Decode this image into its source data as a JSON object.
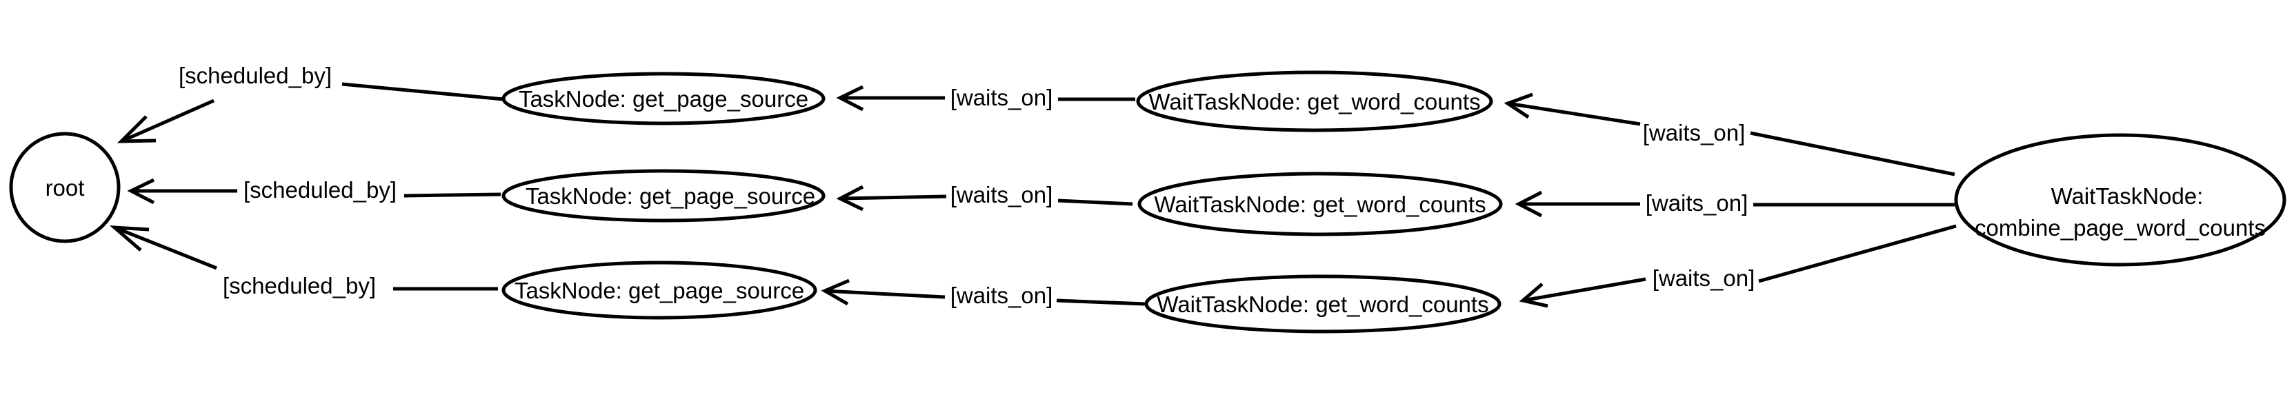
{
  "nodes": {
    "root": {
      "label": "root"
    },
    "task_1": {
      "label": "TaskNode: get_page_source"
    },
    "task_2": {
      "label": "TaskNode: get_page_source"
    },
    "task_3": {
      "label": "TaskNode: get_page_source"
    },
    "wait_1": {
      "label": "WaitTaskNode: get_word_counts"
    },
    "wait_2": {
      "label": "WaitTaskNode: get_word_counts"
    },
    "wait_3": {
      "label": "WaitTaskNode: get_word_counts"
    },
    "combine": {
      "label_line1": "WaitTaskNode:",
      "label_line2": "combine_page_word_counts"
    }
  },
  "edges": {
    "task_1_root": {
      "label": "[scheduled_by]"
    },
    "task_2_root": {
      "label": "[scheduled_by]"
    },
    "task_3_root": {
      "label": "[scheduled_by]"
    },
    "wait_1_task_1": {
      "label": "[waits_on]"
    },
    "wait_2_task_2": {
      "label": "[waits_on]"
    },
    "wait_3_task_3": {
      "label": "[waits_on]"
    },
    "combine_wait_1": {
      "label": "[waits_on]"
    },
    "combine_wait_2": {
      "label": "[waits_on]"
    },
    "combine_wait_3": {
      "label": "[waits_on]"
    }
  }
}
